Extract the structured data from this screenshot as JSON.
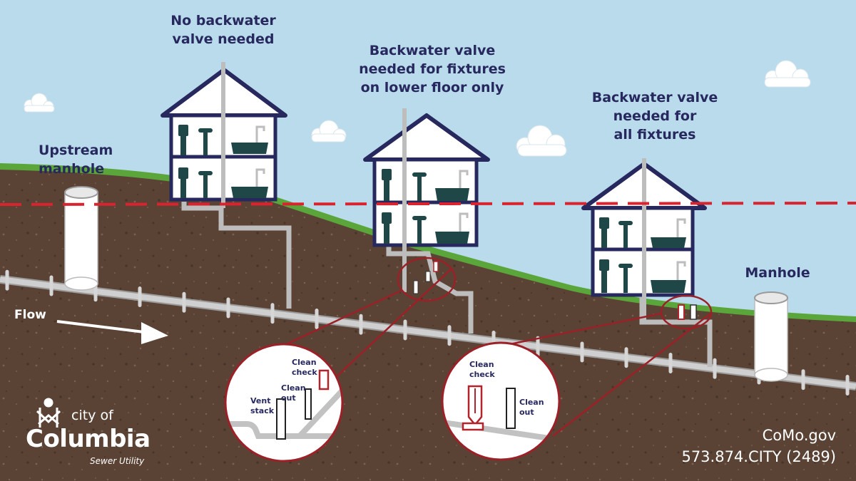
{
  "labels": {
    "house1": [
      "No backwater",
      "valve needed"
    ],
    "house2": [
      "Backwater valve",
      "needed for fixtures",
      "on lower floor only"
    ],
    "house3": [
      "Backwater valve",
      "needed for",
      "all fixtures"
    ],
    "upstream_manhole": [
      "Upstream",
      "manhole"
    ],
    "manhole": "Manhole",
    "flow": "Flow"
  },
  "inset_left": {
    "clean_check": [
      "Clean",
      "check"
    ],
    "clean_out": [
      "Clean",
      "out"
    ],
    "vent_stack": [
      "Vent",
      "stack"
    ]
  },
  "inset_right": {
    "clean_check": [
      "Clean",
      "check"
    ],
    "clean_out": [
      "Clean",
      "out"
    ]
  },
  "branding": {
    "city_of": "city of",
    "columbia": "Columbia",
    "utility": "Sewer Utility"
  },
  "contact": {
    "website": "CoMo.gov",
    "phone": "573.874.CITY (2489)"
  },
  "colors": {
    "sky": "#b9dbeb",
    "soil": "#5a4335",
    "grass": "#5aa63a",
    "pipe": "#c9c9c9",
    "navy": "#27285e",
    "red_line": "#d9232e",
    "callout": "#9c2027",
    "fixture": "#1f4747"
  }
}
